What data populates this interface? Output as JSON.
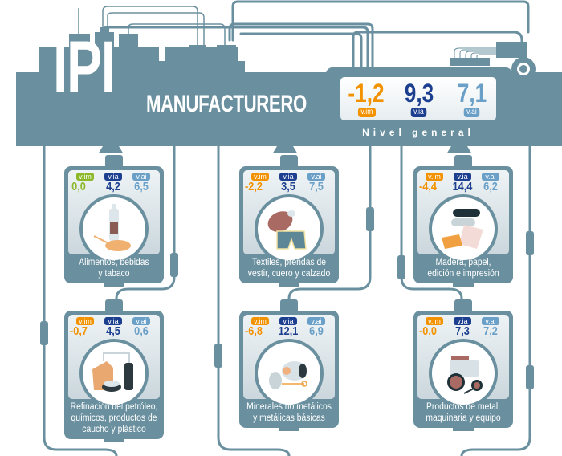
{
  "header": {
    "title": "IPI",
    "subtitle": "MANUFACTURERO",
    "general_label": "Nivel general",
    "general": {
      "vim": "-1,2",
      "via": "9,3",
      "vai": "7,1"
    },
    "badges": {
      "vim": "v.im",
      "via": "v.ia",
      "vai": "v.ai"
    }
  },
  "colors": {
    "steel": "#6a909f",
    "orange": "#f39200",
    "green": "#8cb82a",
    "navy": "#1d3f8f",
    "lightblue": "#6aa0c8"
  },
  "sectors": [
    {
      "name": "Alimentos, bebidas y tabaco",
      "line1": "Alimentos, bebidas",
      "line2": "y tabaco",
      "line3": "",
      "vim": "0,0",
      "via": "4,2",
      "vai": "6,5",
      "vim_color": "green",
      "icon": "bottle-bread-icon"
    },
    {
      "name": "Textiles, prendas de vestir, cuero y calzado",
      "line1": "Textiles, prendas de",
      "line2": "vestir, cuero y calzado",
      "line3": "",
      "vim": "-2,2",
      "via": "3,5",
      "vai": "7,5",
      "vim_color": "orange",
      "icon": "fabric-shorts-icon"
    },
    {
      "name": "Madera, papel, edición e impresión",
      "line1": "Madera, papel,",
      "line2": "edición e impresión",
      "line3": "",
      "vim": "-4,4",
      "via": "14,4",
      "vai": "6,2",
      "vim_color": "orange",
      "icon": "paper-rolls-icon"
    },
    {
      "name": "Refinación del petróleo, químicos, productos de caucho y plástico",
      "line1": "Refinación del petróleo,",
      "line2": "químicos, productos de",
      "line3": "caucho y plástico",
      "vim": "-0,7",
      "via": "4,5",
      "vai": "0,6",
      "vim_color": "orange",
      "icon": "boxes-tires-icon"
    },
    {
      "name": "Minerales no metálicos y metálicas básicas",
      "line1": "Minerales no metálicos",
      "line2": "y metálicas básicas",
      "line3": "",
      "vim": "-6,8",
      "via": "12,1",
      "vai": "6,9",
      "vim_color": "orange",
      "icon": "cement-mixer-icon"
    },
    {
      "name": "Productos de metal, maquinaria y equipo",
      "line1": "Productos de metal,",
      "line2": "maquinaria y equipo",
      "line3": "",
      "vim": "-0,0",
      "via": "7,3",
      "vai": "7,2",
      "vim_color": "orange",
      "icon": "tractor-icon"
    }
  ]
}
